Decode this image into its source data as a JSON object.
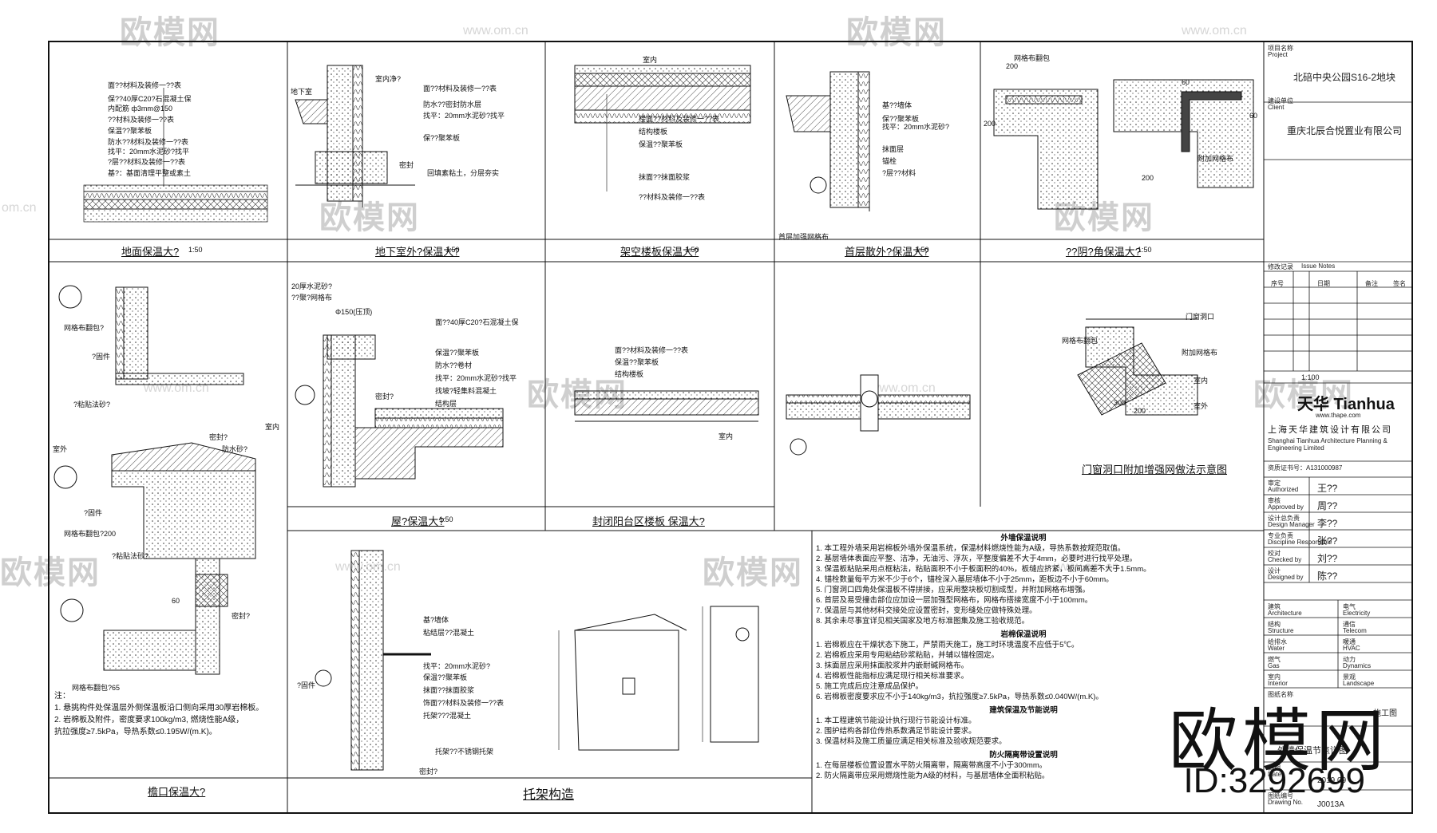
{
  "watermarks": {
    "text": "欧模网",
    "url": "www.om.cn",
    "url_short": "om.cn",
    "brand": "欧模网",
    "id": "ID:3292699"
  },
  "panels": [
    {
      "title": "地面保温大?",
      "scale": "1:50"
    },
    {
      "title": "地下室外?保温大?",
      "scale": "1:50"
    },
    {
      "title": "架空楼板保温大?",
      "scale": "1:50"
    },
    {
      "title": "首层散外?保温大?",
      "scale": "1:50"
    },
    {
      "title": "??阴?角保温大?",
      "scale": "1:50"
    },
    {
      "title": "屋?保温大?",
      "scale": "1:50"
    },
    {
      "title": "封闭阳台区楼板 保温大?",
      "scale": ""
    },
    {
      "title": "门窗洞口附加增强网做法示意图",
      "scale": ""
    },
    {
      "title": "檐口保温大?",
      "scale": ""
    },
    {
      "title": "托架构造",
      "scale": ""
    }
  ],
  "layer_labels": {
    "floor": [
      "面??材料及装修一??表",
      "保??40厚C20?石混凝土保",
      "内配筋 ф3mm@150",
      "??材料及装修一??表",
      "保温??聚苯板",
      "防水??材料及装修一??表",
      "找平：20mm水泥砂?找平",
      "?层??材料及装修一??表",
      "基?：基面清理平整或素土"
    ],
    "basement": [
      "室内净?",
      "地下室",
      "面??材料及装修一??表",
      "防水??密封防水层",
      "找平：20mm水泥砂?找平",
      "保??聚苯板",
      "密封",
      "回填素粘土，分层夯实"
    ],
    "slab": [
      "室内",
      "楼面??材料及装修一??表",
      "结构楼板",
      "保温??聚苯板",
      "抹面??抹面胶浆",
      "??材料及装修一??表"
    ],
    "first_floor": [
      "基??墙体",
      "保??聚苯板",
      "找平：20mm水泥砂?",
      "抹面层",
      "锚栓",
      "?层??材料",
      "首层加强网格布"
    ],
    "corner": [
      "200",
      "200",
      "60",
      "60",
      "200",
      "网格布翻包",
      "附加网格布"
    ],
    "roof": [
      "20厚水泥砂?",
      "??聚?网格布",
      "Φ150(压顶)",
      "面??40厚C20?石混凝土保",
      "保温??聚苯板",
      "防水??卷材",
      "找平：20mm水泥砂?找平",
      "找坡?轻集料混凝土",
      "结构层",
      "密封?"
    ],
    "balcony": [
      "面??材料及装修一??表",
      "保温??聚苯板",
      "结构楼板",
      "室内"
    ],
    "window": [
      "门窗洞口",
      "网格布翻包",
      "附加网格布",
      "300",
      "200",
      "室内",
      "室外"
    ],
    "wall_section": [
      "网格布翻包?",
      "?固件",
      "?粘贴法砂?",
      "室外",
      "室内",
      "防水砂?",
      "密封?",
      "网格布翻包?200",
      "?固件",
      "?粘贴法砂?",
      "60",
      "密封?",
      "网格布翻包?65"
    ],
    "bracket": [
      "基?墙体",
      "?固件",
      "粘结层??混凝土",
      "找平：20mm水泥砂?",
      "保温??聚苯板",
      "抹面??抹面胶浆",
      "饰面??材料及装修一??表",
      "托架???混凝土",
      "托架??不锈钢托架",
      "密封?"
    ]
  },
  "section_notes": {
    "heading": "注：",
    "lines": [
      "1. 悬挑构件处保温层外侧保温板沿口侧向采用30厚岩棉板。",
      "2. 岩棉板及附件，密度要求100kg/m3, 燃烧性能A级，",
      "抗拉强度≥7.5kPa，导热系数≤0.195W/(m.K)。"
    ]
  },
  "notes_block": {
    "title1": "外墙保温说明",
    "lines1": [
      "1. 本工程外墙采用岩棉板外墙外保温系统，保温材料燃烧性能为A级，导热系数按规范取值。",
      "2. 基层墙体表面应平整、洁净，无油污、浮灰，平整度偏差不大于4mm，必要时进行找平处理。",
      "3. 保温板粘贴采用点框粘法，粘贴面积不小于板面积的40%，板缝应挤紧，板间高差不大于1.5mm。",
      "4. 锚栓数量每平方米不少于6个，锚栓深入基层墙体不小于25mm，距板边不小于60mm。",
      "5. 门窗洞口四角处保温板不得拼接，应采用整块板切割成型，并附加网格布增强。",
      "6. 首层及易受撞击部位应加设一层加强型网格布，网格布搭接宽度不小于100mm。",
      "7. 保温层与其他材料交接处应设置密封，变形缝处应做特殊处理。",
      "8. 其余未尽事宜详见相关国家及地方标准图集及施工验收规范。"
    ],
    "title2": "岩棉保温说明",
    "lines2": [
      "1. 岩棉板应在干燥状态下施工，严禁雨天施工，施工时环境温度不应低于5℃。",
      "2. 岩棉板应采用专用粘结砂浆粘贴，并辅以锚栓固定。",
      "3. 抹面层应采用抹面胶浆并内嵌耐碱网格布。",
      "4. 岩棉板性能指标应满足现行相关标准要求。",
      "5. 施工完成后应注意成品保护。",
      "6. 岩棉板密度要求应不小于140kg/m3，抗拉强度≥7.5kPa，导热系数≤0.040W/(m.K)。"
    ],
    "title3": "建筑保温及节能说明",
    "lines3": [
      "1. 本工程建筑节能设计执行现行节能设计标准。",
      "2. 围护结构各部位传热系数满足节能设计要求。",
      "3. 保温材料及施工质量应满足相关标准及验收规范要求。"
    ],
    "title4": "防火隔离带设置说明",
    "lines4": [
      "1. 在每层楼板位置设置水平防火隔离带，隔离带高度不小于300mm。",
      "2. 防火隔离带应采用燃烧性能为A级的材料，与基层墙体全面积粘贴。"
    ]
  },
  "title_block": {
    "project_label": "项目名称",
    "project_label_en": "Project",
    "project": "北碚中央公园S16-2地块",
    "client_label": "建设单位",
    "client_label_en": "Client",
    "client": "重庆北辰合悦置业有限公司",
    "revision_label": "修改记录",
    "revision_label_en": "Issue Notes",
    "revision_headers": [
      "序号",
      "日期",
      "备注",
      "签名"
    ],
    "scale": "1:100",
    "logo": "天华 Tianhua",
    "website": "www.thape.com",
    "company_cn": "上海天华建筑设计有限公司",
    "company_en": "Shanghai Tianhua Architecture Planning & Engineering Limited",
    "qualification": "资质证书号：A131000987",
    "roles": [
      {
        "label": "审定",
        "label_en": "Authorized",
        "name": "王??"
      },
      {
        "label": "审核",
        "label_en": "Approved by",
        "name": "周??"
      },
      {
        "label": "设计总负责",
        "label_en": "Design Manager",
        "name": "李??"
      },
      {
        "label": "专业负责",
        "label_en": "Discipline Responsible",
        "name": "张??"
      },
      {
        "label": "校对",
        "label_en": "Checked by",
        "name": "刘??"
      },
      {
        "label": "设计",
        "label_en": "Designed by",
        "name": "陈??"
      }
    ],
    "disciplines": [
      {
        "a": "建筑",
        "a_en": "Architecture",
        "b": "电气",
        "b_en": "Electricity"
      },
      {
        "a": "结构",
        "a_en": "Structure",
        "b": "通信",
        "b_en": "Telecom"
      },
      {
        "a": "给排水",
        "a_en": "Water",
        "b": "暖通",
        "b_en": "HVAC"
      },
      {
        "a": "燃气",
        "a_en": "Gas",
        "b": "动力",
        "b_en": "Dynamics"
      },
      {
        "a": "室内",
        "a_en": "Interior",
        "b": "景观",
        "b_en": "Landscape"
      }
    ],
    "drawing_title_label": "图纸名称",
    "drawing_title": "外墙保温节点详图",
    "phase": "施工图",
    "date_label": "日期",
    "date_label_en": "Date",
    "date": "2019.09",
    "drawing_no_label": "图纸编号",
    "drawing_no_label_en": "Drawing No.",
    "drawing_no": "J0013A"
  }
}
